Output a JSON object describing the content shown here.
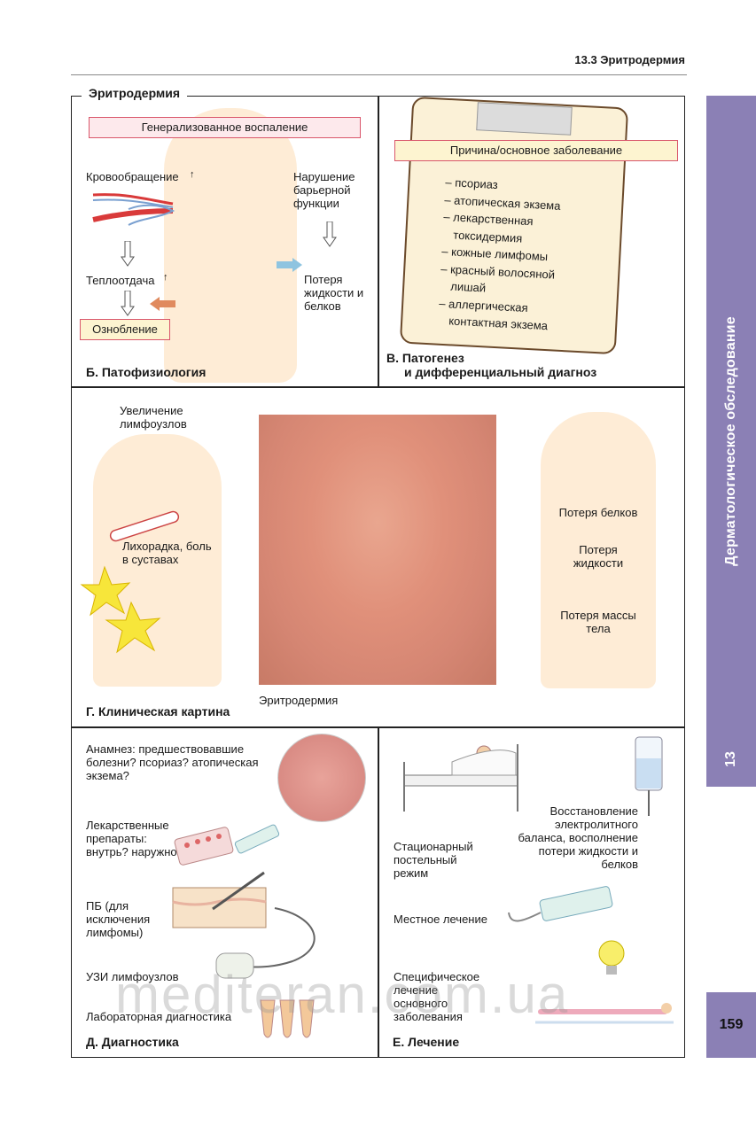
{
  "header": {
    "section_title": "13.3 Эритродермия"
  },
  "sidebar": {
    "chapter_number": "13",
    "chapter_title": "Дерматологическое обследование"
  },
  "page_number": "159",
  "figure_title": "Эритродермия",
  "panel_b": {
    "top_label": "Генерализованное воспаление",
    "circulation": "Кровообращение",
    "heat_loss": "Теплоотдача",
    "chills": "Ознобление",
    "barrier": "Нарушение барьерной функции",
    "fluid_loss": "Потеря жидкости и белков",
    "caption": "Б. Патофизиология"
  },
  "panel_v": {
    "label": "Причина/основное заболевание",
    "items": [
      "– псориаз",
      "– атопическая экзема",
      "– лекарственная",
      "токсидермия",
      "– кожные лимфомы",
      "– красный волосяной",
      "лишай",
      "– аллергическая",
      "контактная экзема"
    ],
    "caption_line1": "В. Патогенез",
    "caption_line2": "и дифференциальный диагноз"
  },
  "panel_g": {
    "lymph": "Увеличение лимфоузлов",
    "fever": "Лихорадка, боль в суставах",
    "photo_caption": "Эритродермия",
    "protein_loss": "Потеря белков",
    "fluid_loss": "Потеря жидкости",
    "weight_loss": "Потеря массы тела",
    "caption": "Г. Клиническая картина"
  },
  "panel_d": {
    "anamnesis": "Анамнез: предшествовавшие болезни? псориаз? атопическая экзема?",
    "drugs": "Лекарственные препараты: внутрь? наружно?",
    "biopsy": "ПБ (для исключения лимфомы)",
    "ultrasound": "УЗИ лимфоузлов",
    "lab": "Лабораторная диагностика",
    "caption": "Д. Диагностика"
  },
  "panel_e": {
    "bed_rest": "Стационарный постельный режим",
    "electrolytes": "Восстановление электролитного баланса, восполнение потери жидкости и белков",
    "local": "Местное лечение",
    "specific": "Специфическое лечение основного заболевания",
    "caption": "Е. Лечение"
  },
  "watermark": "mediteran.com.ua"
}
